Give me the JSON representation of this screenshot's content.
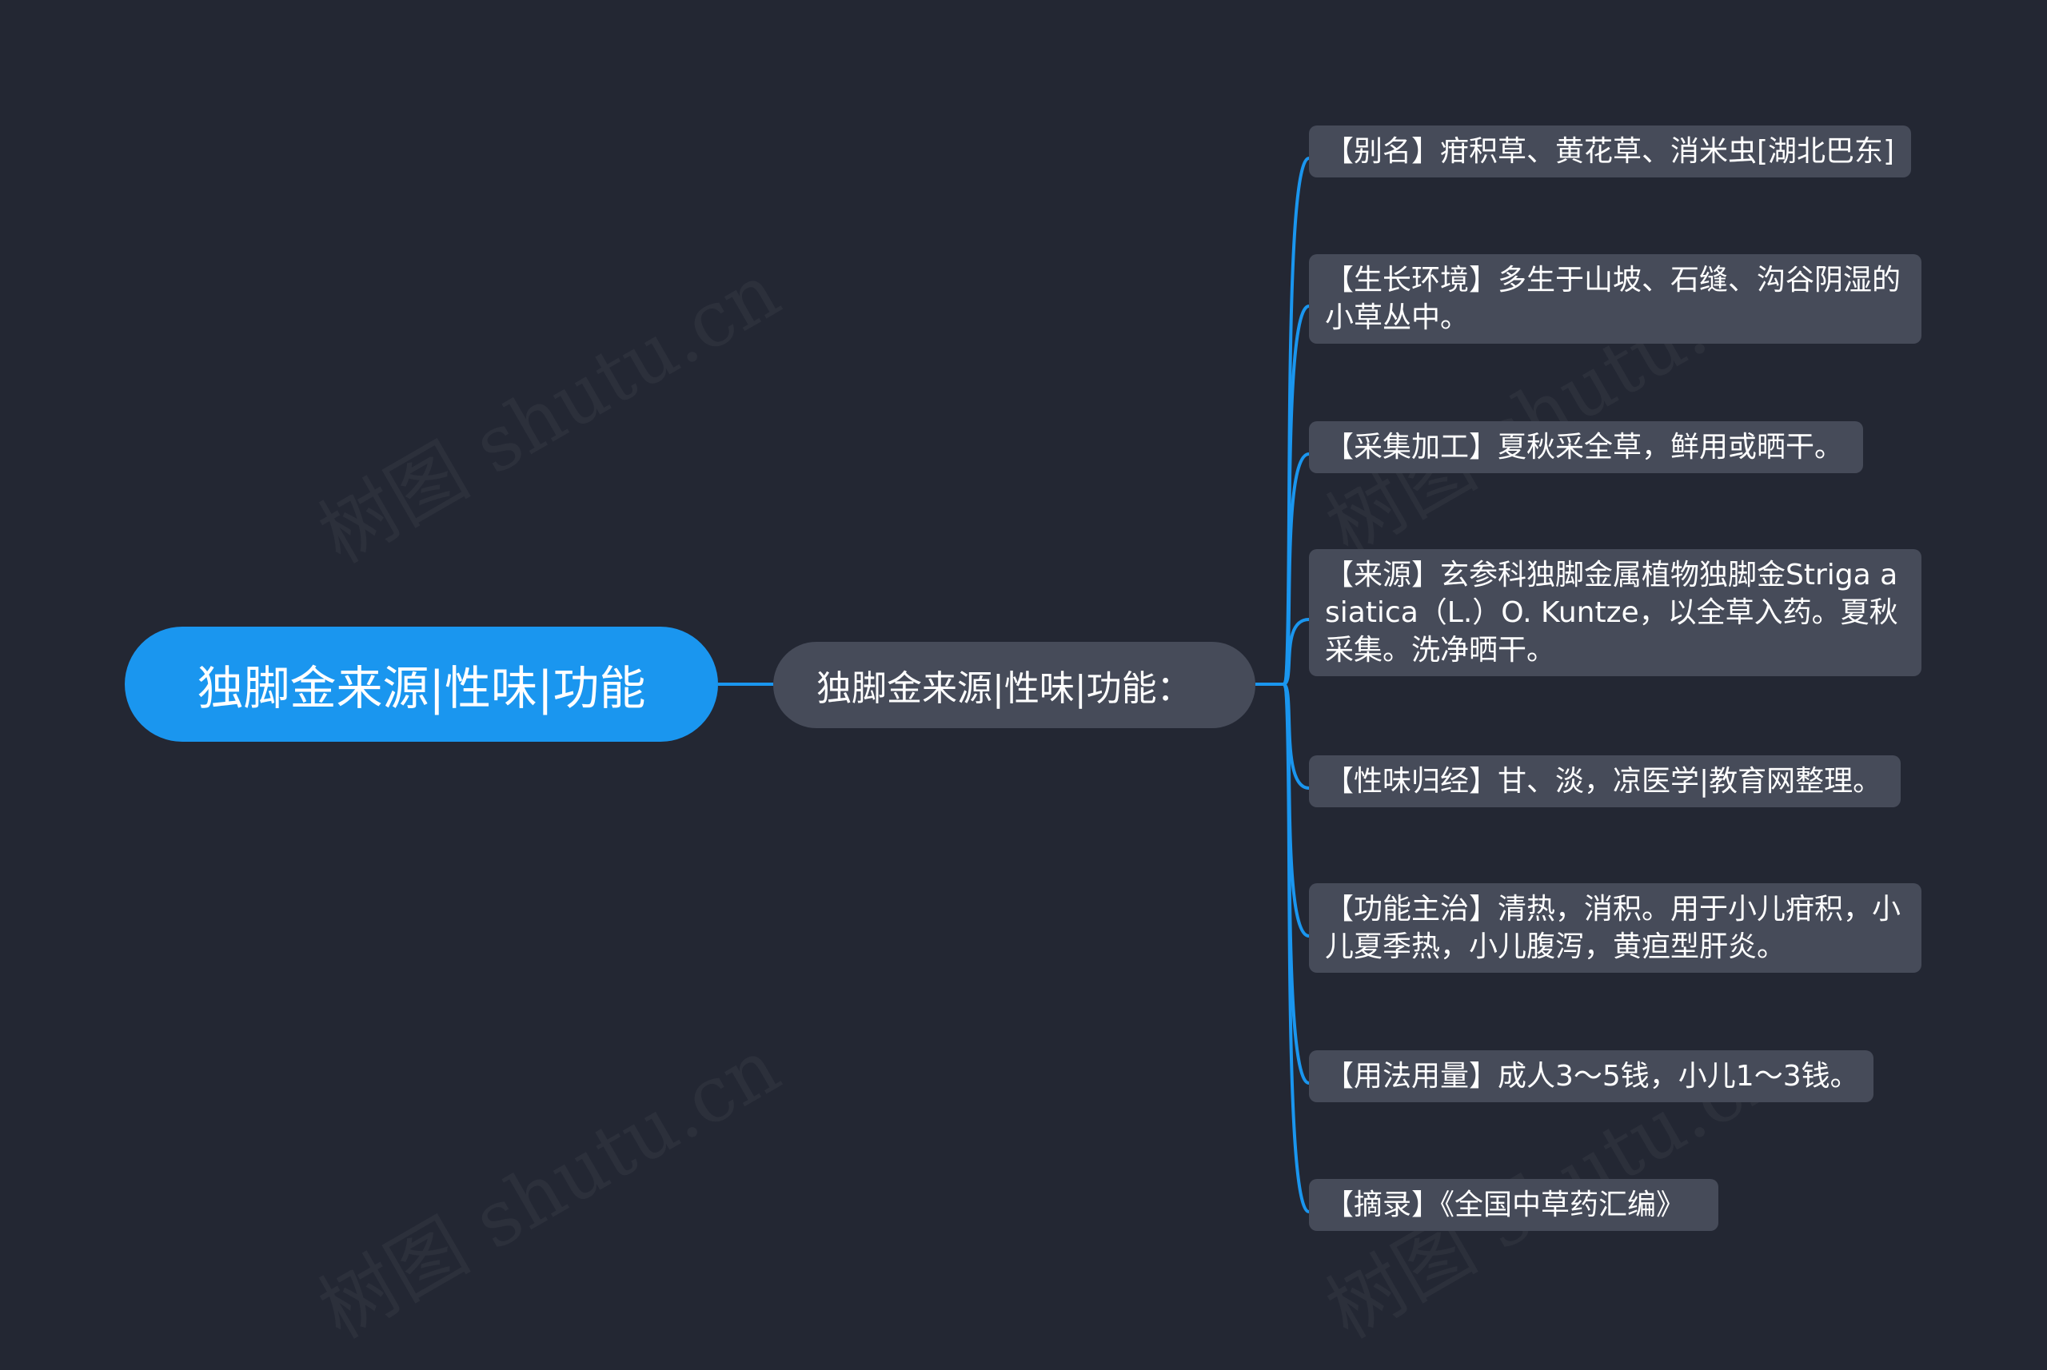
{
  "watermark": "树图 shutu.cn",
  "root": {
    "label": "独脚金来源|性味|功能"
  },
  "hub": {
    "label": "独脚金来源|性味|功能："
  },
  "leaves": [
    {
      "text": "【别名】疳积草、黄花草、消米虫[湖北巴东]"
    },
    {
      "text": "【生长环境】多生于山坡、石缝、沟谷阴湿的小草丛中。"
    },
    {
      "text": "【采集加工】夏秋采全草，鲜用或晒干。"
    },
    {
      "text": "【来源】玄参科独脚金属植物独脚金Striga asiatica（L.）O. Kuntze，以全草入药。夏秋采集。洗净晒干。"
    },
    {
      "text": "【性味归经】甘、淡，凉医学|教育网整理。"
    },
    {
      "text": "【功能主治】清热，消积。用于小儿疳积，小儿夏季热，小儿腹泻，黄疸型肝炎。"
    },
    {
      "text": "【用法用量】成人3～5钱，小儿1～3钱。"
    },
    {
      "text": "【摘录】《全国中草药汇编》"
    }
  ],
  "colors": {
    "background": "#232733",
    "root_fill": "#1a96ef",
    "node_fill": "#464b59",
    "connector": "#1a96ef",
    "text": "#ffffff"
  }
}
